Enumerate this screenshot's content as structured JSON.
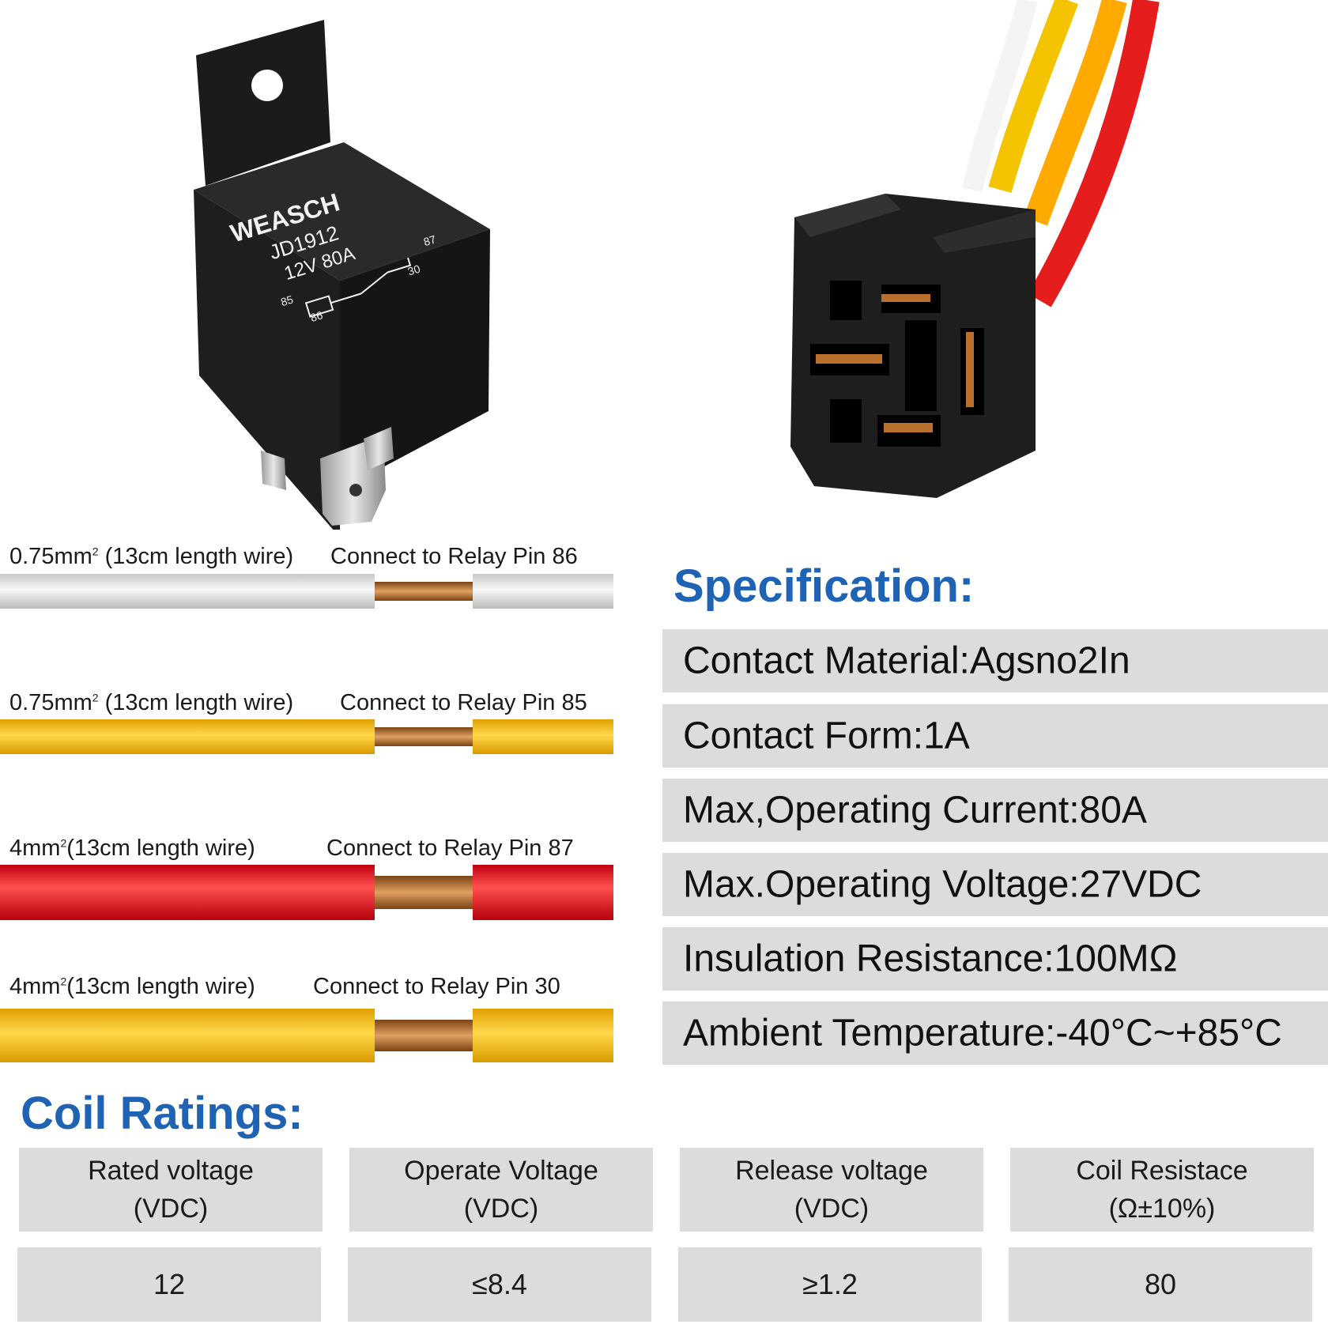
{
  "relay": {
    "brand": "WEASCH",
    "model": "JD1912",
    "rating": "12V  80A",
    "pins": [
      "85",
      "86",
      "87",
      "30"
    ]
  },
  "wires": [
    {
      "gauge": "0.75mm",
      "sup": "2",
      "length": " (13cm length wire)",
      "connect": "Connect to Relay Pin 86",
      "color": "white"
    },
    {
      "gauge": "0.75mm",
      "sup": "2",
      "length": " (13cm length wire)",
      "connect": "Connect to Relay Pin 85",
      "color": "yellow"
    },
    {
      "gauge": "4mm",
      "sup": "2",
      "length": "(13cm length wire)",
      "connect": "Connect to Relay Pin 87",
      "color": "red"
    },
    {
      "gauge": "4mm",
      "sup": "2",
      "length": "(13cm length wire)",
      "connect": "Connect to Relay Pin 30",
      "color": "yellow"
    }
  ],
  "spec": {
    "title": "Specification:",
    "rows": [
      "Contact Material:Agsno2In",
      "Contact Form:1A",
      "Max,Operating Current:80A",
      "Max.Operating Voltage:27VDC",
      "Insulation Resistance:100MΩ",
      "Ambient Temperature:-40°C~+85°C"
    ]
  },
  "coil": {
    "title": "Coil Ratings:",
    "headers": [
      [
        "Rated voltage",
        "(VDC)"
      ],
      [
        "Operate Voltage",
        "(VDC)"
      ],
      [
        "Release voltage",
        "(VDC)"
      ],
      [
        "Coil Resistace",
        "(Ω±10%)"
      ]
    ],
    "values": [
      "12",
      "≤8.4",
      "≥1.2",
      "80"
    ]
  },
  "colors": {
    "accent": "#1f63b5",
    "cell_bg": "#dcdcdc",
    "wire_white": "#e6e6e6",
    "wire_yellow": "#f0b400",
    "wire_red": "#e2121c",
    "copper": "#b8702c"
  }
}
